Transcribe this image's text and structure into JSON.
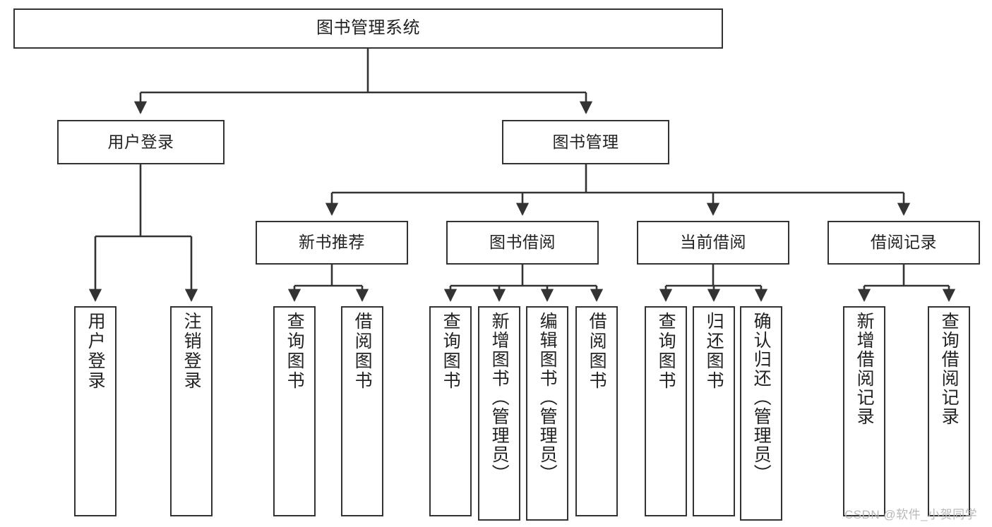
{
  "diagram": {
    "type": "tree-structure-chart",
    "title": "图书管理系统",
    "watermark": "CSDN @软件_小贺同学",
    "colors": {
      "box_border": "#333333",
      "box_fill": "#ffffff",
      "edge": "#333333",
      "text": "#222222",
      "watermark": "#b9b9b9",
      "background": "#ffffff"
    },
    "nodes": {
      "root": {
        "label": "图书管理系统"
      },
      "level1": [
        {
          "id": "user-login",
          "label": "用户登录"
        },
        {
          "id": "book-manage",
          "label": "图书管理"
        }
      ],
      "level2": [
        {
          "id": "new-book-recommend",
          "label": "新书推荐"
        },
        {
          "id": "book-borrow",
          "label": "图书借阅"
        },
        {
          "id": "current-borrow",
          "label": "当前借阅"
        },
        {
          "id": "borrow-record",
          "label": "借阅记录"
        }
      ],
      "leaves": {
        "user_login": [
          {
            "id": "leaf-user-login",
            "label": "用户登录"
          },
          {
            "id": "leaf-logout-login",
            "label": "注销登录"
          }
        ],
        "new_book_recommend": [
          {
            "id": "leaf-query-book-1",
            "label": "查询图书"
          },
          {
            "id": "leaf-borrow-book-1",
            "label": "借阅图书"
          }
        ],
        "book_borrow": [
          {
            "id": "leaf-query-book-2",
            "label": "查询图书"
          },
          {
            "id": "leaf-add-book",
            "label": "新增图书（管理员）"
          },
          {
            "id": "leaf-edit-book",
            "label": "编辑图书（管理员）"
          },
          {
            "id": "leaf-borrow-book-2",
            "label": "借阅图书"
          }
        ],
        "current_borrow": [
          {
            "id": "leaf-query-book-3",
            "label": "查询图书"
          },
          {
            "id": "leaf-return-book",
            "label": "归还图书"
          },
          {
            "id": "leaf-confirm-return",
            "label": "确认归还（管理员）"
          }
        ],
        "borrow_record": [
          {
            "id": "leaf-add-record",
            "label": "新增借阅记录"
          },
          {
            "id": "leaf-query-record",
            "label": "查询借阅记录"
          }
        ]
      }
    }
  }
}
